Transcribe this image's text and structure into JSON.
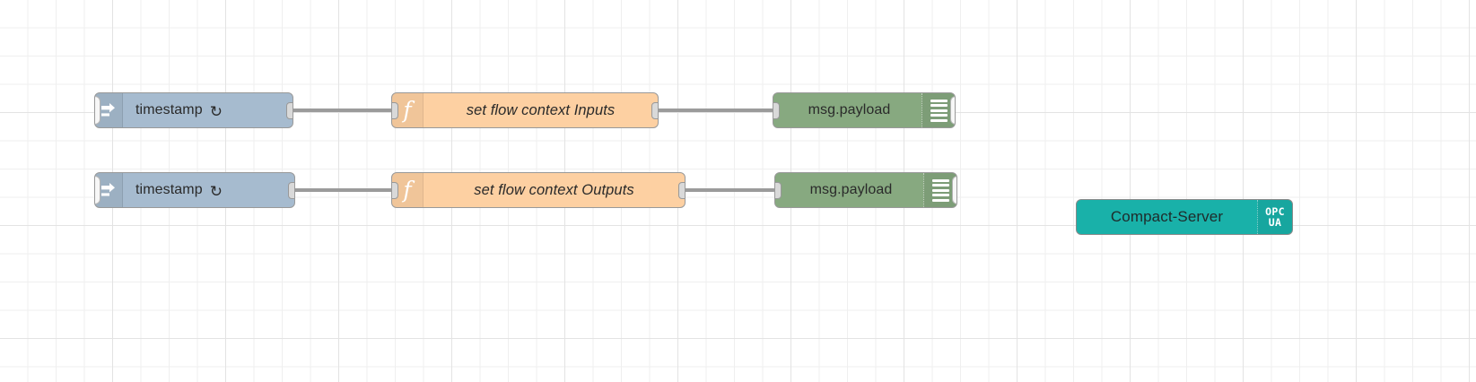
{
  "canvas": {
    "app": "Node-RED flow editor canvas",
    "background_color": "#ffffff",
    "grid_color": "#e3e3e3"
  },
  "palette": {
    "inject_color": "#a6bbcf",
    "function_color": "#fdd0a2",
    "debug_color": "#87a980",
    "opcua_color": "#19b1a9",
    "wire_color": "#9b9b9b",
    "port_color": "#d9d9d9"
  },
  "flows": [
    {
      "row": 1,
      "inject": {
        "label": "timestamp",
        "repeat_icon": "↻",
        "icon": "inject-arrow-icon",
        "button": "inject-trigger-button"
      },
      "function": {
        "label": "set flow context Inputs",
        "icon": "function-f-icon"
      },
      "debug": {
        "label": "msg.payload",
        "icon": "debug-bars-icon",
        "button": "debug-toggle-button"
      }
    },
    {
      "row": 2,
      "inject": {
        "label": "timestamp",
        "repeat_icon": "↻",
        "icon": "inject-arrow-icon",
        "button": "inject-trigger-button"
      },
      "function": {
        "label": "set flow context Outputs",
        "icon": "function-f-icon"
      },
      "debug": {
        "label": "msg.payload",
        "icon": "debug-bars-icon",
        "button": "debug-toggle-button"
      }
    }
  ],
  "opcua_node": {
    "label": "Compact-Server",
    "badge_line1": "OPC",
    "badge_line2": "UA"
  }
}
